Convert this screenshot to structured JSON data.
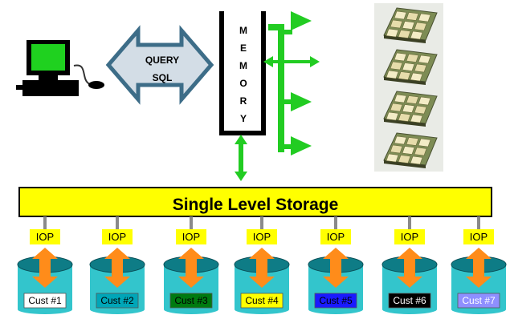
{
  "query_arrow": {
    "line1": "QUERY",
    "line2": "SQL"
  },
  "memory": {
    "letters": [
      "M",
      "E",
      "M",
      "O",
      "R",
      "Y"
    ]
  },
  "storage_bar": {
    "label": "Single Level Storage",
    "color": "#ffff00"
  },
  "iop_label": "IOP",
  "colors": {
    "accent_green": "#22cc22",
    "iop_box": "#ffff00",
    "iop_arrow": "#ff8c1a",
    "cylinder": "#33c5cc",
    "cylinder_dark": "#0e7c86"
  },
  "customers": [
    {
      "label": "Cust #1",
      "bg": "#ffffff",
      "fg": "#000000"
    },
    {
      "label": "Cust #2",
      "bg": "#00a6b8",
      "fg": "#000000"
    },
    {
      "label": "Cust #3",
      "bg": "#007a10",
      "fg": "#000000"
    },
    {
      "label": "Cust #4",
      "bg": "#ffff00",
      "fg": "#000000"
    },
    {
      "label": "Cust #5",
      "bg": "#1a1aff",
      "fg": "#000000"
    },
    {
      "label": "Cust #6",
      "bg": "#000000",
      "fg": "#ffffff"
    },
    {
      "label": "Cust #7",
      "bg": "#8f8fff",
      "fg": "#ffffff"
    }
  ],
  "icons": {
    "workstation": "computer-workstation-icon",
    "processors": "processor-chip-icon"
  }
}
